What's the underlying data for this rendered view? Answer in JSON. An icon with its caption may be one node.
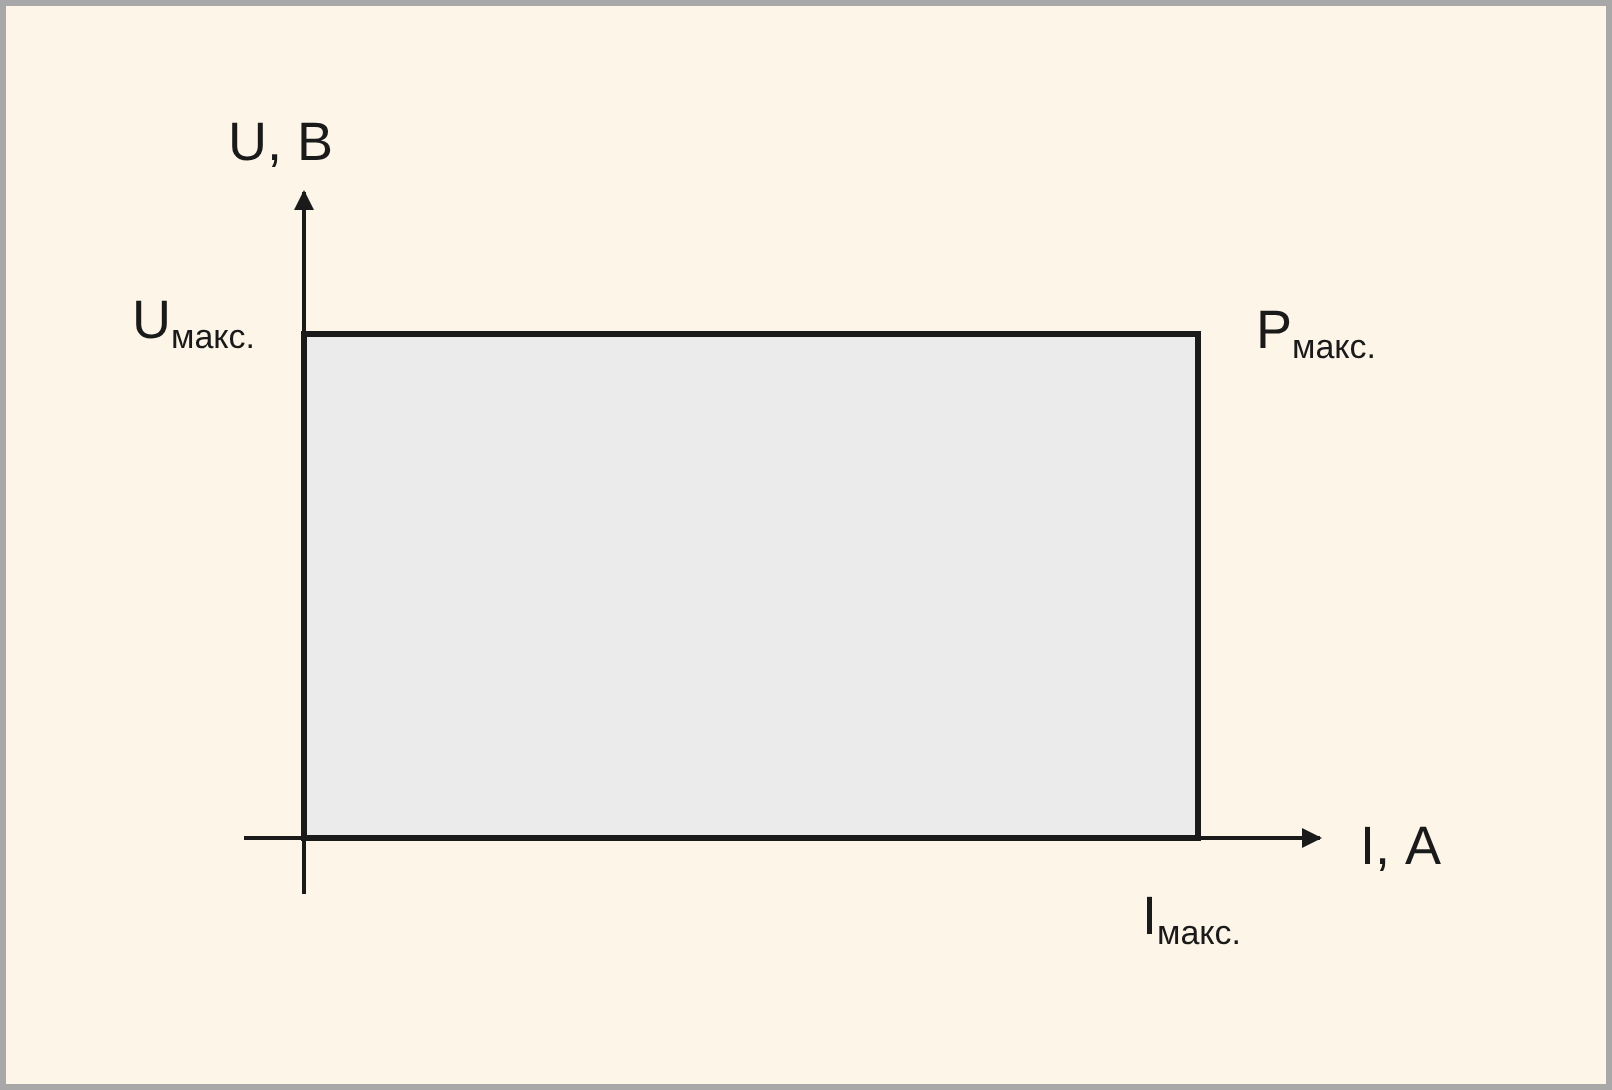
{
  "diagram": {
    "nodes": [
      {
        "text": [],
        "shape": "box"
      }
    ],
    "labels": [
      "U, В",
      "U$_{макс.}$",
      "P$_{макс.}$",
      "I, А",
      "I$_{макс.}$"
    ]
  }
}
